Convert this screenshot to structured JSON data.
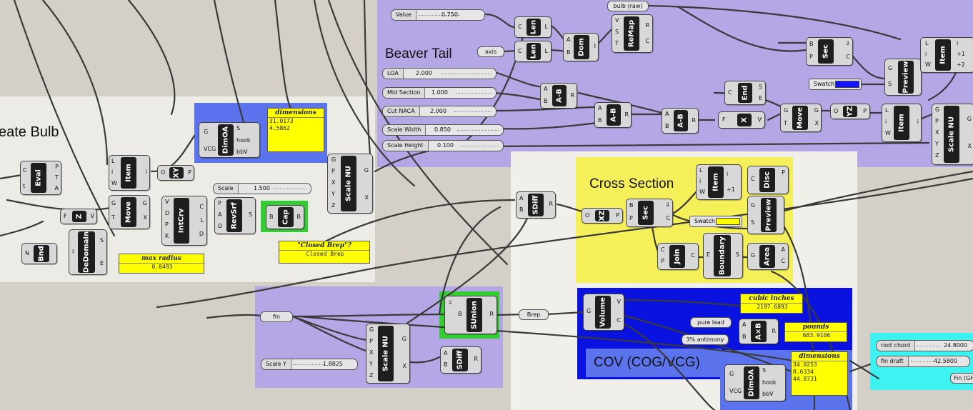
{
  "groups": {
    "create_bulb": {
      "title": "eate Bulb",
      "color": "#ecebe6"
    },
    "beaver_tail": {
      "title": "Beaver Tail",
      "color": "#b5a6e6"
    },
    "cross_section": {
      "title": "Cross Section",
      "color": "#f5f05a"
    },
    "cov": {
      "title": "COV (COG/VCG)",
      "color": "#0a12e0"
    },
    "dimensions_group": {
      "color": "#5b74ee"
    },
    "fin_group": {
      "color": "#b5a6e6"
    }
  },
  "components": {
    "eval": {
      "name": "Eval",
      "in": [
        "C",
        "t"
      ],
      "out": [
        "P",
        "T",
        "A"
      ]
    },
    "item1": {
      "name": "Item",
      "in": [
        "L",
        "i",
        "W"
      ],
      "out": [
        "i"
      ]
    },
    "xy": {
      "name": "XY",
      "in": [
        "O"
      ],
      "out": [
        "P"
      ]
    },
    "dimoa1": {
      "name": "DimOA",
      "in": [
        "G",
        "VCG"
      ],
      "out": [
        "S",
        "hook",
        "bbV"
      ]
    },
    "move1": {
      "name": "Move",
      "in": [
        "G",
        "T"
      ],
      "out": [
        "G",
        "X"
      ]
    },
    "z": {
      "name": "Z",
      "in": [
        "F"
      ],
      "out": [
        "V"
      ]
    },
    "intcrv": {
      "name": "IntCrv",
      "in": [
        "V",
        "D",
        "P",
        "K"
      ],
      "out": [
        "C",
        "L",
        "D"
      ]
    },
    "revsrf": {
      "name": "RevSrf",
      "in": [
        "P",
        "A",
        "D"
      ],
      "out": [
        "S"
      ]
    },
    "cap": {
      "name": "Cap",
      "in": [
        "B"
      ],
      "out": [
        "B"
      ]
    },
    "scalenu1": {
      "name": "Scale NU",
      "in": [
        "G",
        "P",
        "X",
        "Y",
        "Z"
      ],
      "out": [
        "G",
        "X"
      ]
    },
    "bnd": {
      "name": "Bnd",
      "in": [
        "N"
      ],
      "out": []
    },
    "dedomain": {
      "name": "DeDomain",
      "in": [
        "I"
      ],
      "out": [
        "S",
        "E"
      ]
    },
    "len1": {
      "name": "Len",
      "in": [
        "C"
      ],
      "out": [
        "L"
      ]
    },
    "len2": {
      "name": "Len",
      "in": [
        "C"
      ],
      "out": [
        "L"
      ]
    },
    "dom": {
      "name": "Dom",
      "in": [
        "A",
        "B"
      ],
      "out": [
        "I"
      ]
    },
    "remap": {
      "name": "ReMap",
      "in": [
        "V",
        "S",
        "T"
      ],
      "out": [
        "R",
        "C"
      ]
    },
    "sec1": {
      "name": "Sec",
      "in": [
        "B",
        "P"
      ],
      "out": [
        "C"
      ]
    },
    "preview1": {
      "name": "Preview",
      "in": [
        "G",
        "S"
      ],
      "out": []
    },
    "item_top": {
      "name": "Item",
      "in": [
        "L",
        "i",
        "W"
      ],
      "out": [
        "i",
        "+1",
        "+2"
      ]
    },
    "ab1": {
      "name": "A-B",
      "in": [
        "A",
        "B"
      ],
      "out": [
        "R"
      ]
    },
    "ab2": {
      "name": "A-B",
      "in": [
        "A",
        "B"
      ],
      "out": [
        "R"
      ]
    },
    "ab3": {
      "name": "A-B",
      "in": [
        "A",
        "B"
      ],
      "out": [
        "R"
      ]
    },
    "end": {
      "name": "End",
      "in": [
        "C"
      ],
      "out": [
        "S",
        "E"
      ]
    },
    "xmul": {
      "name": "X",
      "in": [
        "F"
      ],
      "out": [
        "V"
      ]
    },
    "move2": {
      "name": "Move",
      "in": [
        "G",
        "T"
      ],
      "out": [
        "G",
        "X"
      ]
    },
    "yz": {
      "name": "YZ",
      "in": [
        "O"
      ],
      "out": [
        "P"
      ]
    },
    "item2": {
      "name": "Item",
      "in": [
        "L",
        "i",
        "W"
      ],
      "out": [
        "i"
      ]
    },
    "scalenu2": {
      "name": "Scale NU",
      "in": [
        "G",
        "P",
        "X",
        "Y",
        "Z"
      ],
      "out": [
        "G",
        "X"
      ]
    },
    "sdiff1": {
      "name": "SDiff",
      "in": [
        "A",
        "B"
      ],
      "out": [
        "R"
      ]
    },
    "xz": {
      "name": "XZ",
      "in": [
        "O"
      ],
      "out": [
        "P"
      ]
    },
    "sec2": {
      "name": "Sec",
      "in": [
        "B",
        "P"
      ],
      "out": [
        "C"
      ]
    },
    "item3": {
      "name": "Item",
      "in": [
        "L",
        "i",
        "W"
      ],
      "out": [
        "i",
        "+1"
      ]
    },
    "disc": {
      "name": "Disc",
      "in": [
        "C"
      ],
      "out": [
        "P"
      ]
    },
    "preview2": {
      "name": "Preview",
      "in": [
        "G",
        "S"
      ],
      "out": []
    },
    "join": {
      "name": "Join",
      "in": [
        "C",
        "P"
      ],
      "out": [
        "C"
      ]
    },
    "boundary": {
      "name": "Boundary",
      "in": [
        "E"
      ],
      "out": [
        "S"
      ]
    },
    "area": {
      "name": "Area",
      "in": [
        "G"
      ],
      "out": [
        "A",
        "C"
      ]
    },
    "sunion": {
      "name": "SUnion",
      "in": [
        "B"
      ],
      "out": [
        "R"
      ]
    },
    "scalenu3": {
      "name": "Scale NU",
      "in": [
        "G",
        "P",
        "X",
        "Y",
        "Z"
      ],
      "out": [
        "G",
        "X"
      ]
    },
    "sdiff2": {
      "name": "SDiff",
      "in": [
        "A",
        "B"
      ],
      "out": [
        "R"
      ]
    },
    "volume": {
      "name": "Volume",
      "in": [
        "G"
      ],
      "out": [
        "V",
        "C"
      ]
    },
    "axb": {
      "name": "A×B",
      "in": [
        "A",
        "B"
      ],
      "out": [
        "R"
      ]
    },
    "dimoa2": {
      "name": "DimOA",
      "in": [
        "G",
        "VCG"
      ],
      "out": [
        "S",
        "hook",
        "bbV"
      ]
    }
  },
  "sliders": {
    "value": {
      "label": "Value",
      "value": "0.750"
    },
    "scale": {
      "label": "Scale",
      "value": "1.500"
    },
    "loa": {
      "label": "LOA",
      "value": "2.000"
    },
    "mid_section": {
      "label": "Mid Section",
      "value": "1.000"
    },
    "cut_naca": {
      "label": "Cut NACA",
      "value": "2.000"
    },
    "scale_width": {
      "label": "Scale Width",
      "value": "0.850"
    },
    "scale_height": {
      "label": "Scale Height",
      "value": "0.100"
    },
    "scale_y": {
      "label": "Scale Y",
      "value": "1.8825"
    },
    "root_chord": {
      "label": "root chord",
      "value": "24.8000"
    },
    "fin_draft": {
      "label": "fin draft",
      "value": "42.5800"
    }
  },
  "params": {
    "bulb_raw": "bulb (raw)",
    "axis": "axis",
    "fin": "fin",
    "brep": "Brep",
    "pure_lead": "pure lead",
    "antimony": "3% antimony",
    "fin_gh": "Fin (GH"
  },
  "panels": {
    "dimensions1": {
      "title": "dimensions",
      "lines": [
        "31.0173",
        "4.5862"
      ]
    },
    "max_radius": {
      "title": "max radius",
      "lines": [
        "0.0493"
      ]
    },
    "closed_brep": {
      "title": "\"Closed Brep\"?",
      "lines": [
        "Closed Brep"
      ]
    },
    "cubic_inches": {
      "title": "cubic inches",
      "lines": [
        "2197.6893"
      ]
    },
    "pounds": {
      "title": "pounds",
      "lines": [
        "683.9106"
      ]
    },
    "dimensions2": {
      "title": "dimensions",
      "lines": [
        "34.0253",
        "8.6334",
        "44.8731"
      ]
    }
  },
  "swatches": {
    "swatch1": {
      "label": "Swatch",
      "color": "#1414ff"
    },
    "swatch2": {
      "label": "Swatch",
      "color": "#ffff00"
    }
  }
}
